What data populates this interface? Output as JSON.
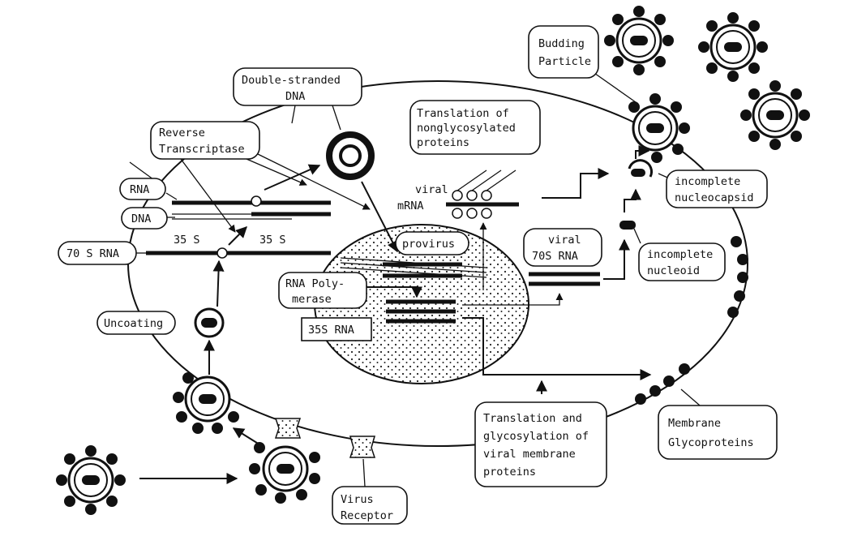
{
  "labels": {
    "budding_particle": [
      "Budding",
      "Particle"
    ],
    "double_stranded_dna": [
      "Double-stranded",
      "DNA"
    ],
    "reverse_transcriptase": [
      "Reverse",
      "Transcriptase"
    ],
    "translation_nonglycosylated": [
      "Translation of",
      "nonglycosylated",
      "proteins"
    ],
    "rna": "RNA",
    "dna": "DNA",
    "rna_70s": "70 S RNA",
    "label_35s_left": "35 S",
    "label_35s_right": "35 S",
    "viral_mrna": [
      "viral",
      "mRNA"
    ],
    "provirus": "provirus",
    "viral_70s_rna": [
      "viral",
      "70S RNA"
    ],
    "incomplete_nucleocapsid": [
      "incomplete",
      "nucleocapsid"
    ],
    "incomplete_nucleoid": [
      "incomplete",
      "nucleoid"
    ],
    "rna_polymerase": [
      "RNA Poly-",
      "merase"
    ],
    "rna_35s": "35S RNA",
    "uncoating": "Uncoating",
    "translation_glycosylation": [
      "Translation and",
      "glycosylation of",
      "viral membrane",
      "proteins"
    ],
    "membrane_glycoproteins": [
      "Membrane",
      "Glycoproteins"
    ],
    "virus_receptor": [
      "Virus",
      "Receptor"
    ]
  }
}
